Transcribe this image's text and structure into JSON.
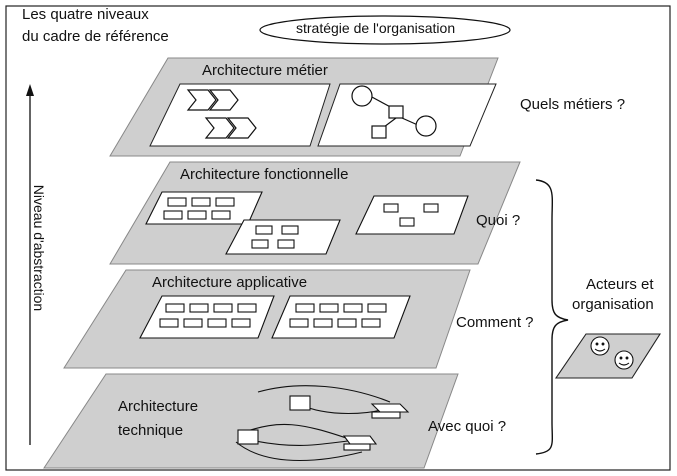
{
  "header": {
    "title_line1": "Les quatre niveaux",
    "title_line2": "du cadre de référence",
    "strategy": "stratégie de l'organisation"
  },
  "axis": {
    "label": "Niveau d'abstraction"
  },
  "layers": [
    {
      "title": "Architecture métier",
      "question": "Quels métiers ?"
    },
    {
      "title": "Architecture fonctionnelle",
      "question": "Quoi ?"
    },
    {
      "title": "Architecture applicative",
      "question": "Comment ?"
    },
    {
      "title_line1": "Architecture",
      "title_line2": "technique",
      "question": "Avec quoi ?"
    }
  ],
  "actors": {
    "line1": "Acteurs et",
    "line2": "organisation"
  }
}
